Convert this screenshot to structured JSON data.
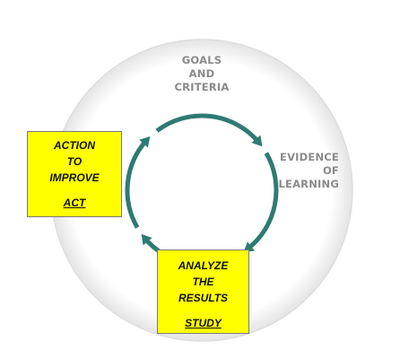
{
  "diagram": {
    "stages": {
      "goals": {
        "lines": [
          "GOALS",
          "AND",
          "CRITERIA"
        ]
      },
      "evidence": {
        "lines": [
          "EVIDENCE",
          "OF",
          "LEARNING"
        ]
      }
    },
    "notes": {
      "act": {
        "lines": [
          "ACTION",
          "TO",
          "IMPROVE"
        ],
        "key": "ACT"
      },
      "study": {
        "lines": [
          "ANALYZE",
          "THE",
          "RESULTS"
        ],
        "key": "STUDY"
      }
    }
  },
  "colors": {
    "circle_fill": "#ffffff",
    "circle_stroke": "#dedede",
    "circle_shadow": "#d3d3d3",
    "arrow": "#2e7b73",
    "label_text": "#8a8a8a",
    "note_fill": "#ffff00",
    "note_border": "#7a7a7a",
    "note_text": "#111111"
  },
  "icons": {
    "arrow_head": "arrow-head-icon"
  }
}
